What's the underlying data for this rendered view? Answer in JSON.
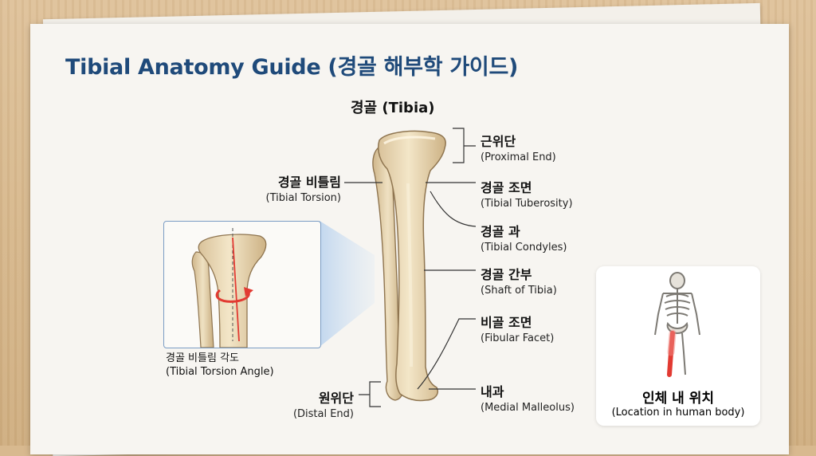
{
  "title": "Tibial Anatomy Guide (경골 해부학 가이드)",
  "bone_title": "경골 (Tibia)",
  "labels": {
    "proximal_end": {
      "ko": "근위단",
      "en": "(Proximal End)"
    },
    "tibial_tuberosity": {
      "ko": "경골 조면",
      "en": "(Tibial Tuberosity)"
    },
    "tibial_condyles": {
      "ko": "경골 과",
      "en": "(Tibial Condyles)"
    },
    "shaft": {
      "ko": "경골 간부",
      "en": "(Shaft of Tibia)"
    },
    "fibular_facet": {
      "ko": "비골 조면",
      "en": "(Fibular Facet)"
    },
    "medial_malleolus": {
      "ko": "내과",
      "en": "(Medial Malleolus)"
    },
    "tibial_torsion": {
      "ko": "경골 비틀림",
      "en": "(Tibial Torsion)"
    },
    "distal_end": {
      "ko": "원위단",
      "en": "(Distal End)"
    }
  },
  "inset": {
    "ko": "경골 비틀림 각도",
    "en": "(Tibial Torsion Angle)"
  },
  "body_location": {
    "ko": "인체 내 위치",
    "en": "(Location in human body)"
  },
  "colors": {
    "title": "#1f4a7a",
    "bone": "#ecdcb8",
    "highlight": "#e23a32",
    "inset_border": "#7a9cc4"
  }
}
